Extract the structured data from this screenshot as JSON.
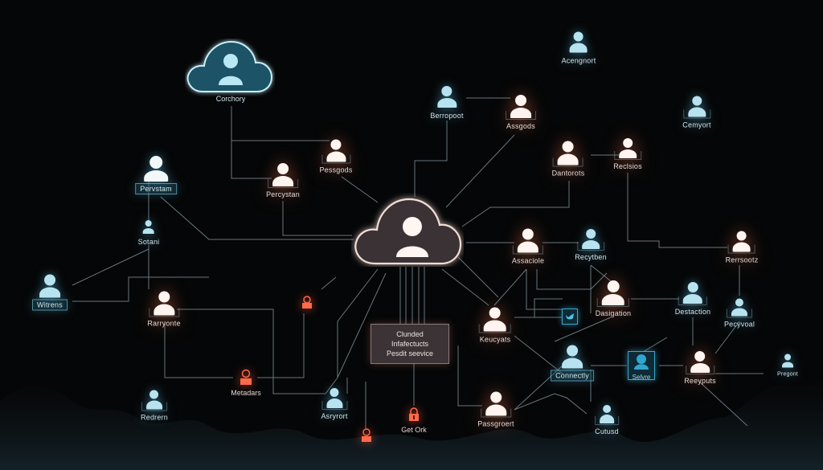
{
  "diagram": {
    "title": "Cloud network of connected user nodes",
    "colors": {
      "background": "#050607",
      "blue_node": "#b7e3f0",
      "white_node": "#fff4ef",
      "orange_accent": "#ff6a4a",
      "edge": "#7f949b",
      "central_cloud_fill": "#3a3236",
      "top_cloud_fill": "#1d5366"
    },
    "central_cloud": {
      "label": "",
      "icon": "user-icon"
    },
    "top_cloud": {
      "label": "Corchory",
      "icon": "user-icon"
    },
    "infra_box": {
      "lines": [
        "Clunded",
        "Infafectucts",
        "Pesdit seevice"
      ]
    },
    "nodes": {
      "acengnort": "Acengnort",
      "cemyort": "Cemyort",
      "berropoot": "Berropoot",
      "assgods": "Assgods",
      "pessgods": "Pessgods",
      "percystan": "Percystan",
      "pervstam": "Pervstam",
      "sotani": "Sotani",
      "dantorots": "Dantorots",
      "reclsios": "Reclsios",
      "assaciole": "Assaciole",
      "recytben": "Recytben",
      "rerrsootz": "Rerrsootz",
      "witrens": "Witrens",
      "rarryonte": "Rarryonte",
      "designation": "Dasigation",
      "destaction": "Destaction",
      "pecyvoal": "Pecyvoal",
      "keucyats": "Keucyats",
      "connectly": "Connectly",
      "selvre": "Selvre",
      "reeyputs": "Reeyputs",
      "pregont": "Pregont",
      "redrern": "Redrern",
      "metadars": "Metadars",
      "asryrort": "Asryrort",
      "get_ork": "Get Ork",
      "passgroert": "Passgroert",
      "cutusd": "Cutusd"
    }
  }
}
